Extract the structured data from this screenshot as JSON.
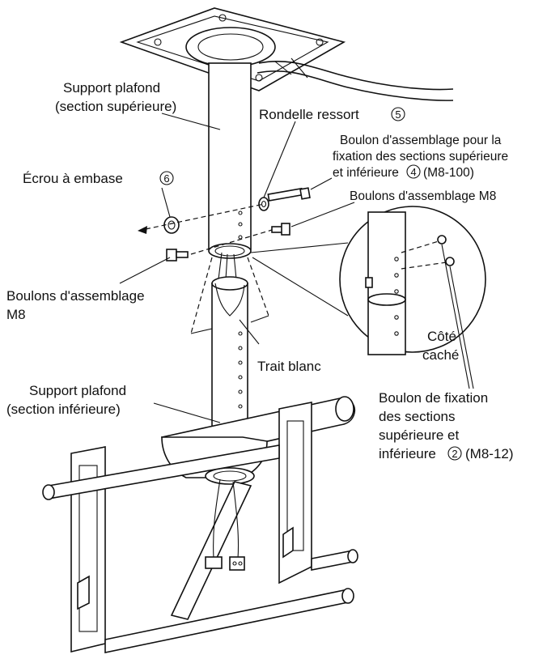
{
  "labels": {
    "upper_section_line1": "Support plafond",
    "upper_section_line2": "(section supérieure)",
    "spring_washer": "Rondelle ressort",
    "spring_washer_num": "5",
    "assembly_bolt_line1": "Boulon d'assemblage pour la",
    "assembly_bolt_line2": "fixation des sections supérieure",
    "assembly_bolt_line3a": "et inférieure",
    "assembly_bolt_num": "4",
    "assembly_bolt_line3b": "(M8-100)",
    "flange_nut": "Écrou à embase",
    "flange_nut_num": "6",
    "m8_bolts_right": "Boulons d'assemblage M8",
    "m8_bolts_left_line1": "Boulons d'assemblage",
    "m8_bolts_left_line2": "M8",
    "hidden_side_line1": "Côté",
    "hidden_side_line2": "caché",
    "white_line": "Trait blanc",
    "lower_section_line1": "Support plafond",
    "lower_section_line2": "(section inférieure)",
    "fixing_bolt_line1": "Boulon de fixation",
    "fixing_bolt_line2": "des sections",
    "fixing_bolt_line3": "supérieure et",
    "fixing_bolt_line4a": "inférieure",
    "fixing_bolt_num": "2",
    "fixing_bolt_line4b": "(M8-12)"
  }
}
